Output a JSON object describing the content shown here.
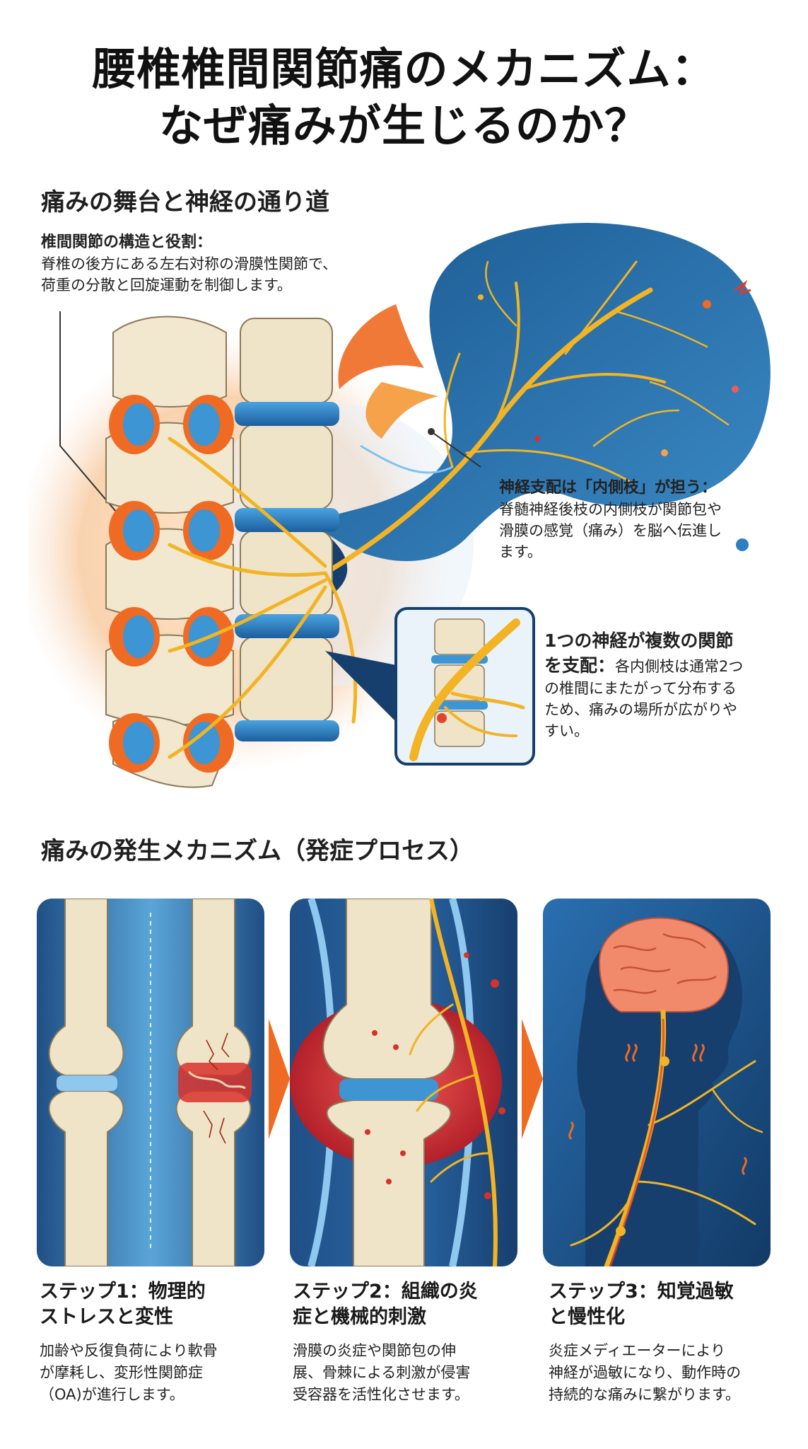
{
  "title": {
    "line1": "腰椎椎間関節痛のメカニズム：",
    "line2": "なぜ痛みが生じるのか？"
  },
  "section_stage": {
    "heading": "痛みの舞台と神経の通り道",
    "facet": {
      "lead": "椎間関節の構造と役割：",
      "line1": "脊椎の後方にある左右対称の滑膜性関節で、",
      "line2": "荷重の分散と回旋運動を制御します。"
    },
    "nerve": {
      "lead": "神経支配は「内側枝」が担う：",
      "line1": "脊髄神経後枝の内側枝が関節包や",
      "line2": "滑膜の感覚（痛み）を脳へ伝進し",
      "line3": "ます。"
    },
    "multi": {
      "lead1": "1つの神経が複数の関節",
      "lead2": "を支配：",
      "text1": "各内側枝は通常2つ",
      "line2": "の椎間にまたがって分布する",
      "line3": "ため、痛みの場所が広がりや",
      "line4": "すい。"
    }
  },
  "section_mech": {
    "heading": "痛みの発生メカニズム（発症プロセス）",
    "steps": [
      {
        "title1": "ステップ1：物理的",
        "title2": "ストレスと変性",
        "line1": "加齢や反復負荷により軟骨",
        "line2": "が摩耗し、変形性関節症",
        "line3": "（OA)が進行します。"
      },
      {
        "title1": "ステップ2：組織の炎",
        "title2": "症と機械的刺激",
        "line1": "滑膜の炎症や関節包の伸",
        "line2": "展、骨棘による刺激が侵害",
        "line3": "受容器を活性化させます。"
      },
      {
        "title1": "ステップ3：知覚過敏",
        "title2": "と慢性化",
        "line1": "炎症メディエーターにより",
        "line2": "神経が過敏になり、動作時の",
        "line3": "持続的な痛みに繋がります。"
      }
    ]
  },
  "colors": {
    "bone": "#efe3c8",
    "nerve": "#f2b425",
    "blue_dark": "#173f6e",
    "blue": "#2d7fc1",
    "orange": "#ef6a22",
    "red": "#d8312a"
  },
  "icons": [
    "spine-illustration",
    "nerve-tree",
    "inset-zoom",
    "healthy-joint",
    "degenerated-joint",
    "inflamed-joint",
    "head-brain",
    "chevron-right-icon"
  ]
}
